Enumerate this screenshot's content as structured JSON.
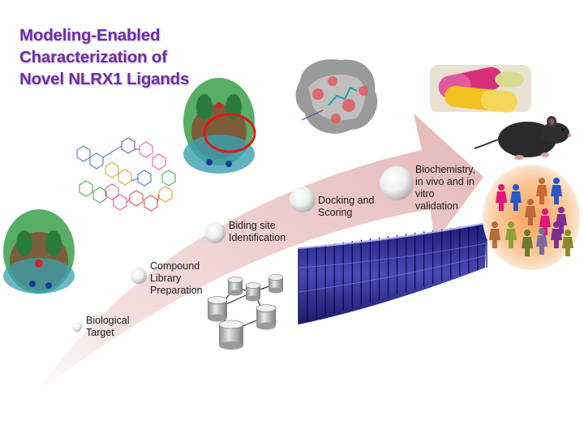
{
  "title": {
    "line1": "Modeling-Enabled",
    "line2": "Characterization of",
    "line3": "Novel NLRX1 Ligands"
  },
  "steps": [
    {
      "line1": "Biological",
      "line2": "Target",
      "line3": ""
    },
    {
      "line1": "Compound",
      "line2": "Library",
      "line3": "Preparation"
    },
    {
      "line1": "Biding site",
      "line2": "Identification",
      "line3": ""
    },
    {
      "line1": "Docking and",
      "line2": "Scoring",
      "line3": ""
    },
    {
      "line1": "Biochemistry,",
      "line2": "in vivo and in",
      "line3": "vitro",
      "line4": "validation"
    }
  ],
  "icons": {
    "protein": "protein-structure-icon",
    "molecules": "chemical-structures-icon",
    "binding": "binding-site-protein-icon",
    "surface": "docking-surface-icon",
    "database": "database-network-icon",
    "servers": "server-rack-icon",
    "pills": "pills-icon",
    "mouse": "mouse-icon",
    "people": "people-icon"
  },
  "colors": {
    "title": "#6a2ea6",
    "arrow": "#e9c5c3",
    "person_colors": [
      "#e0187a",
      "#2a57c8",
      "#c36d33",
      "#2a57c8",
      "#b86a3a",
      "#e0187a",
      "#7a3090",
      "#b86a3a",
      "#8fa03a",
      "#6d7a2a",
      "#7d6a9a",
      "#7a3090",
      "#8a8a2a"
    ]
  }
}
